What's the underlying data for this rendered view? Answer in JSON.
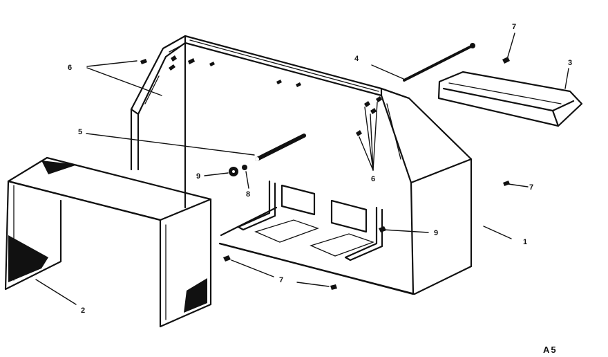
{
  "callouts": {
    "housing": "1",
    "cover": "2",
    "bracket": "3",
    "long_rod": "4",
    "short_rod": "5",
    "screws_left": "6",
    "screws_right": "6",
    "screw_top_right": "7",
    "screw_side": "7",
    "screws_bottom": "7",
    "nut_right": "9",
    "nut_left": "9",
    "washer": "8"
  },
  "diagram_code": "A5"
}
